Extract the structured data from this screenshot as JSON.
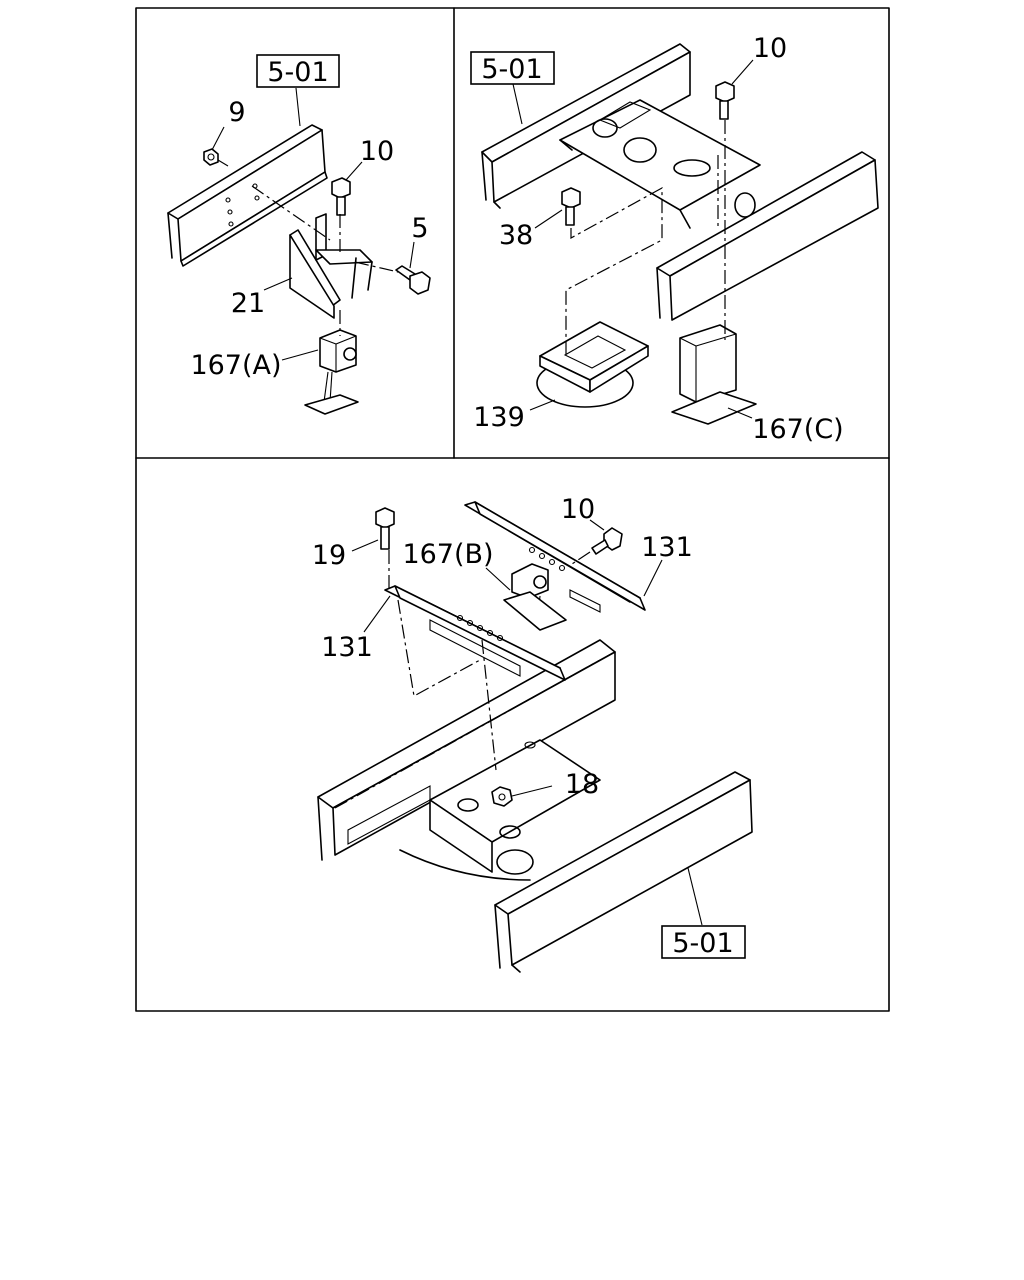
{
  "panels": {
    "top_left": {
      "ref_label": "5-01",
      "callouts": [
        "9",
        "10",
        "5",
        "21",
        "167(A)"
      ]
    },
    "top_right": {
      "ref_label": "5-01",
      "callouts": [
        "10",
        "38",
        "139",
        "167(C)"
      ]
    },
    "bottom": {
      "ref_label": "5-01",
      "callouts": [
        "10",
        "19",
        "167(B)",
        "131",
        "131",
        "18"
      ]
    }
  }
}
